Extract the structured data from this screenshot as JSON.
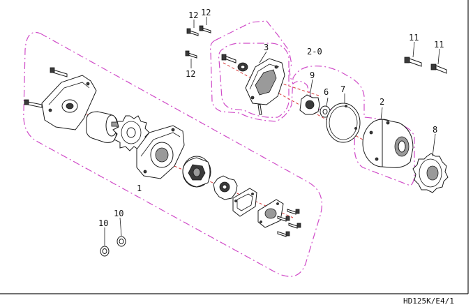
{
  "diagram": {
    "drawing_code": "HD125K/E4/1",
    "callouts": [
      {
        "id": "c1",
        "text": "1"
      },
      {
        "id": "c2",
        "text": "2"
      },
      {
        "id": "c3",
        "text": "3"
      },
      {
        "id": "c6",
        "text": "6"
      },
      {
        "id": "c7",
        "text": "7"
      },
      {
        "id": "c8",
        "text": "8"
      },
      {
        "id": "c9",
        "text": "9"
      },
      {
        "id": "c10a",
        "text": "10"
      },
      {
        "id": "c10b",
        "text": "10"
      },
      {
        "id": "c11a",
        "text": "11"
      },
      {
        "id": "c11b",
        "text": "11"
      },
      {
        "id": "c12a",
        "text": "12"
      },
      {
        "id": "c12b",
        "text": "12"
      },
      {
        "id": "c12c",
        "text": "12"
      },
      {
        "id": "c20",
        "text": "2-0"
      }
    ]
  },
  "colors": {
    "group_outline": "#d04cc8",
    "center_axis": "#d83a3a",
    "line": "#1a1a1a",
    "frame": "#1a1a1a"
  }
}
